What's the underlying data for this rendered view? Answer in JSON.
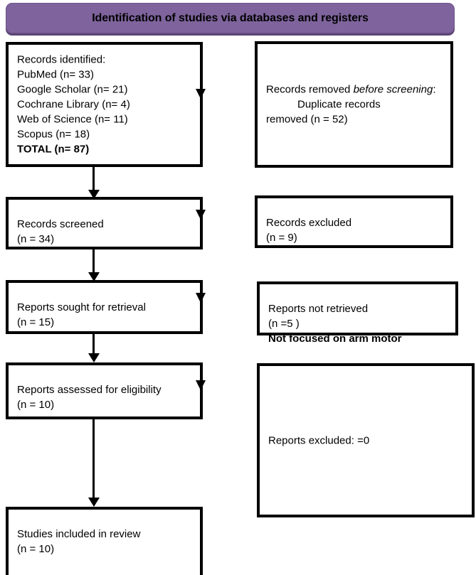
{
  "header": {
    "title": "Identification of studies via databases and registers",
    "background_color": "#7e639c",
    "shadow_color": "#5d4776"
  },
  "boxes": {
    "identified": {
      "label": "Records identified:",
      "sources": [
        "PubMed (n= 33)",
        "Google Scholar (n= 21)",
        "Cochrane Library  (n= 4)",
        "Web of Science (n= 11)",
        "Scopus (n= 18)"
      ],
      "total": "TOTAL (n= 87)"
    },
    "removed": {
      "line1_normal": "Records removed ",
      "line1_italic": "before screening",
      "line1_tail": ":",
      "line2": "Duplicate records",
      "line3": "removed (n = 52)"
    },
    "screened": {
      "label": "Records screened",
      "count": "(n = 34)"
    },
    "excluded": {
      "label": "Records excluded",
      "count": "(n = 9)"
    },
    "sought": {
      "label": "Reports sought for retrieval",
      "count": "(n = 15)"
    },
    "not_retrieved": {
      "label": "Reports not retrieved",
      "count": "(n =5 )",
      "reason": "Not focused on arm motor"
    },
    "assessed": {
      "label": "Reports assessed for eligibility",
      "count": "(n = 10)"
    },
    "reports_excluded": {
      "label": "Reports excluded: =0"
    },
    "included": {
      "label": "Studies included in review",
      "count": "(n = 10)"
    }
  },
  "chart_data": {
    "type": "diagram",
    "title": "Identification of studies via databases and registers",
    "flow": [
      {
        "stage": "Records identified",
        "n": 87,
        "breakdown": {
          "PubMed": 33,
          "Google Scholar": 21,
          "Cochrane Library": 4,
          "Web of Science": 11,
          "Scopus": 18
        }
      },
      {
        "stage": "Duplicate records removed before screening",
        "n": 52
      },
      {
        "stage": "Records screened",
        "n": 34
      },
      {
        "stage": "Records excluded",
        "n": 9
      },
      {
        "stage": "Reports sought for retrieval",
        "n": 15
      },
      {
        "stage": "Reports not retrieved",
        "n": 5,
        "reason": "Not focused on arm motor"
      },
      {
        "stage": "Reports assessed for eligibility",
        "n": 10
      },
      {
        "stage": "Reports excluded",
        "n": 0
      },
      {
        "stage": "Studies included in review",
        "n": 10
      }
    ]
  }
}
